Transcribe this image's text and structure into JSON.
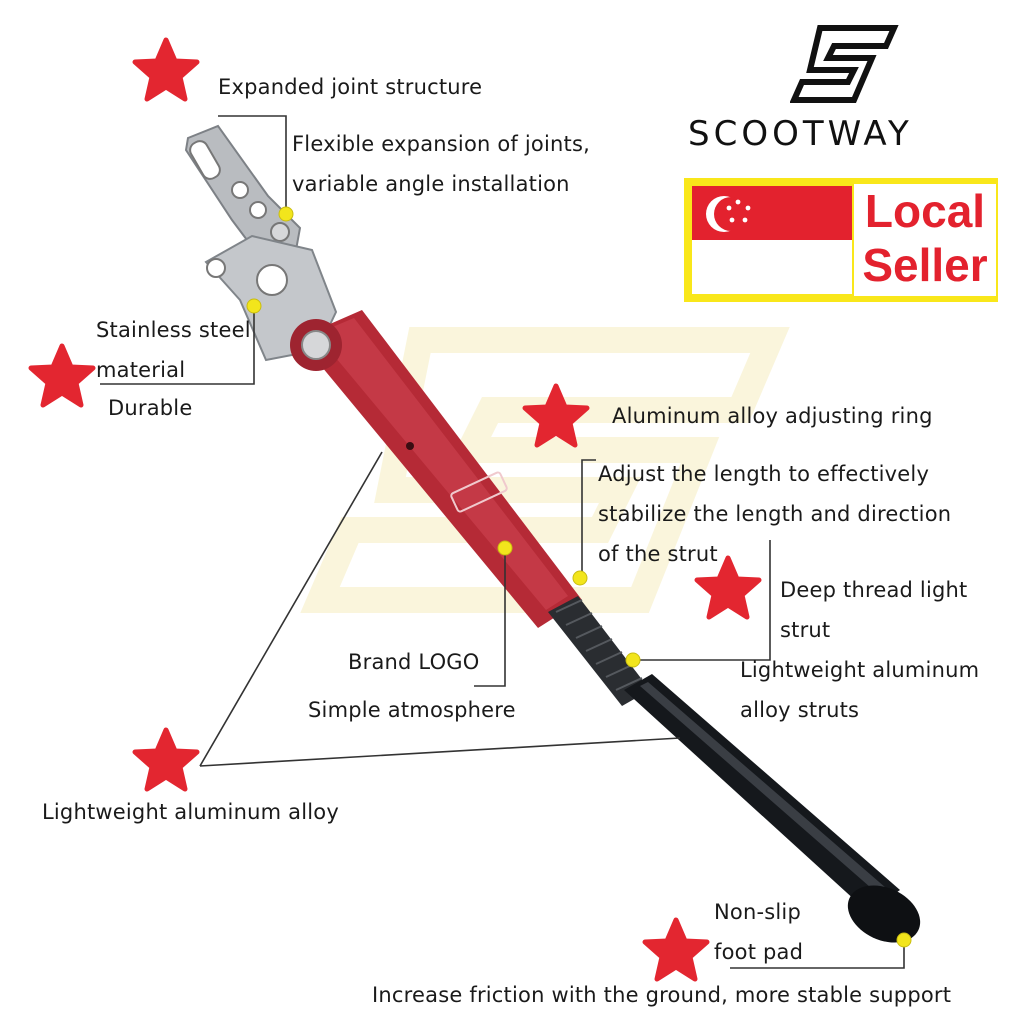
{
  "brand": {
    "name": "SCOOTWAY",
    "logo_icon": "scootway-s-logo-icon"
  },
  "badge": {
    "line1": "Local",
    "line2": "Seller",
    "flag_icon": "singapore-flag-icon"
  },
  "product": {
    "icon": "kickstand-icon"
  },
  "annotations": {
    "expanded_joint_title": "Expanded joint structure",
    "expanded_joint_line1": "Flexible expansion of joints,",
    "expanded_joint_line2": "variable angle installation",
    "stainless_line1": "Stainless steel",
    "stainless_line2": "material",
    "stainless_line3": "Durable",
    "ring_title": "Aluminum alloy adjusting ring",
    "ring_line1": "Adjust the length to effectively",
    "ring_line2": "stabilize the length and direction",
    "ring_line3": "of the strut",
    "thread_line1": "Deep thread light",
    "thread_line2": "strut",
    "thread_line3": "Lightweight aluminum",
    "thread_line4": "alloy struts",
    "logo_line1": "Brand LOGO",
    "logo_line2": "Simple atmosphere",
    "alloy_title": "Lightweight aluminum alloy",
    "foot_line1": "Non-slip",
    "foot_line2": "foot pad",
    "foot_line3": "Increase friction with the ground, more stable support"
  },
  "colors": {
    "star": "#e32630",
    "dot": "#f2e51c",
    "strut_red": "#b52a36",
    "strut_black": "#15181c",
    "badge_yellow": "#f9e71a",
    "flag_red": "#e3222e"
  }
}
